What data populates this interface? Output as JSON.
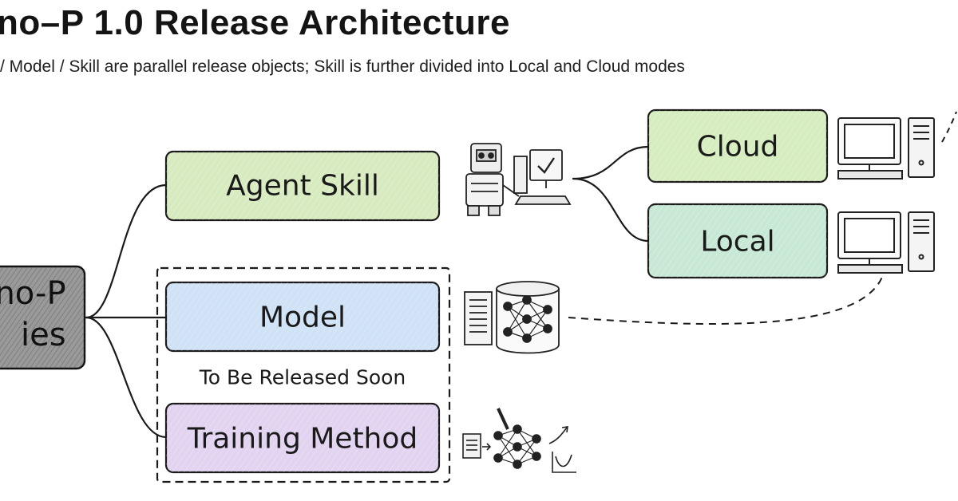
{
  "header": {
    "title": "no–P 1.0 Release Architecture",
    "subtitle": "/ Model / Skill are parallel release objects; Skill is further divided into Local and Cloud modes"
  },
  "root": {
    "line1": "no-P",
    "line2": "ies"
  },
  "nodes": {
    "agent_skill": "Agent Skill",
    "model": "Model",
    "training_method": "Training Method",
    "cloud": "Cloud",
    "local": "Local"
  },
  "group": {
    "note": "To Be Released Soon"
  },
  "colors": {
    "agent_skill_fill": "#d8ebc0",
    "cloud_fill": "#d6edc0",
    "local_fill": "#c8e8d6",
    "model_fill": "#cfe2f6",
    "training_fill": "#e2d4f0",
    "root_fill": "#9a9a9a"
  },
  "icons": {
    "agent_skill": "robot-at-computer-icon",
    "cloud": "desktop-computer-icon",
    "local": "desktop-computer-icon",
    "model": "neural-network-database-icon",
    "training_method": "neural-network-training-icon"
  }
}
